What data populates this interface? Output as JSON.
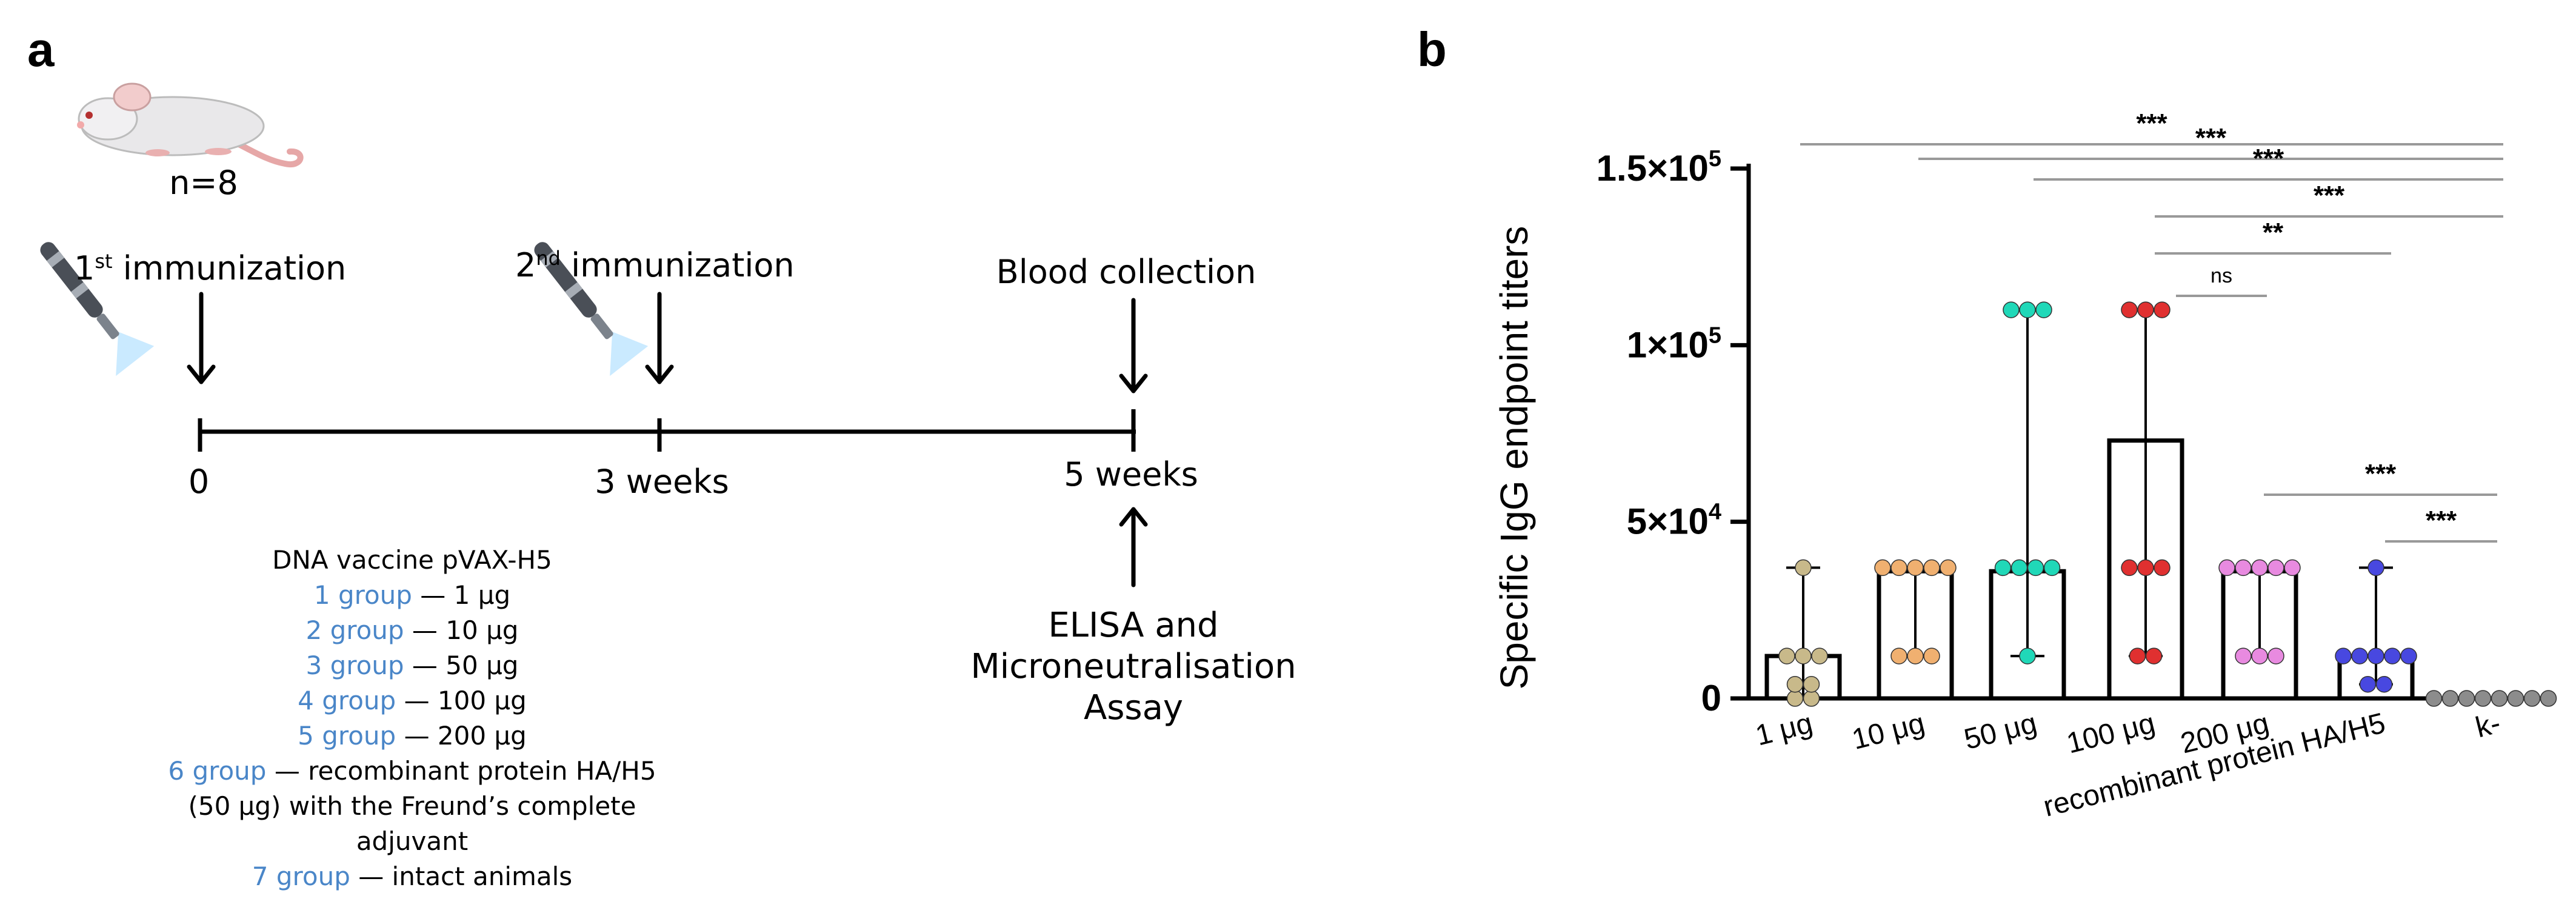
{
  "panel_a": {
    "letter": "a",
    "animal_count": "n=8",
    "immunization1": {
      "ord": "1",
      "sup": "st",
      "rest": " immunization"
    },
    "immunization2": {
      "ord": "2",
      "sup": "nd",
      "rest": " immunization"
    },
    "blood_collection": "Blood collection",
    "timeline_labels": [
      "0",
      "3 weeks",
      "5 weeks"
    ],
    "assay_lines": [
      "ELISA and",
      "Microneutralisation",
      "Assay"
    ],
    "vaccine_title": "DNA vaccine pVAX-H5",
    "groups": [
      {
        "name": "1 group",
        "desc": " — 1 μg"
      },
      {
        "name": "2 group",
        "desc": " — 10 μg"
      },
      {
        "name": "3 group",
        "desc": " — 50 μg"
      },
      {
        "name": "4 group",
        "desc": " — 100 μg"
      },
      {
        "name": "5 group",
        "desc": " — 200 μg"
      },
      {
        "name": "6 group",
        "desc": " — recombinant protein HA/H5"
      },
      {
        "name": "",
        "desc": "(50 μg) with the Freund’s complete"
      },
      {
        "name": "",
        "desc": "adjuvant"
      },
      {
        "name": "7 group",
        "desc": " — intact animals"
      }
    ],
    "colors": {
      "group_label": "#4a86c8"
    }
  },
  "panel_b": {
    "letter": "b"
  },
  "chart_data": {
    "type": "bar",
    "title": "",
    "xlabel": "",
    "ylabel": "Specific IgG endpoint titers",
    "ylim": [
      0,
      150000
    ],
    "y_ticks": [
      0,
      50000,
      100000,
      150000
    ],
    "y_tick_labels": [
      {
        "base": "0",
        "exp": ""
      },
      {
        "base": "5×10",
        "exp": "4"
      },
      {
        "base": "1×10",
        "exp": "5"
      },
      {
        "base": "1.5×10",
        "exp": "5"
      }
    ],
    "categories": [
      "1 μg",
      "10 μg",
      "50 μg",
      "100 μg",
      "200 μg",
      "recombinant protein HA/H5",
      "k-"
    ],
    "bar_values": [
      12000,
      36000,
      36000,
      73000,
      36000,
      12000,
      0
    ],
    "whiskers": [
      [
        0,
        37000
      ],
      [
        12000,
        37000
      ],
      [
        12000,
        110000
      ],
      [
        12000,
        110000
      ],
      [
        12000,
        37000
      ],
      [
        4000,
        37000
      ],
      [
        0,
        0
      ]
    ],
    "points": [
      [
        37000,
        12000,
        12000,
        12000,
        4000,
        4000,
        0,
        0
      ],
      [
        37000,
        37000,
        37000,
        37000,
        37000,
        12000,
        12000,
        12000
      ],
      [
        110000,
        110000,
        110000,
        37000,
        37000,
        37000,
        37000,
        12000
      ],
      [
        110000,
        110000,
        110000,
        37000,
        37000,
        37000,
        12000,
        12000
      ],
      [
        37000,
        37000,
        37000,
        37000,
        37000,
        12000,
        12000,
        12000
      ],
      [
        37000,
        12000,
        12000,
        12000,
        12000,
        12000,
        4000,
        4000
      ],
      [
        0,
        0,
        0,
        0,
        0,
        0,
        0,
        0
      ]
    ],
    "point_colors": [
      "#c8b98a",
      "#f0b070",
      "#20d8b8",
      "#e03030",
      "#e88ae0",
      "#4848e0",
      "#8c8c8c"
    ],
    "significance": [
      {
        "from": 0,
        "to": 6,
        "label": "***",
        "level": 0
      },
      {
        "from": 1,
        "to": 6,
        "label": "***",
        "level": 1
      },
      {
        "from": 2,
        "to": 6,
        "label": "***",
        "level": 2
      },
      {
        "from": 3,
        "to": 6,
        "label": "***",
        "level": 3
      },
      {
        "from": 3,
        "to": 5,
        "label": "**",
        "level": 4
      },
      {
        "from": 3,
        "to": 4,
        "label": "ns",
        "level": 5
      },
      {
        "from": 4,
        "to": 6,
        "label": "***",
        "level": 6
      },
      {
        "from": 5,
        "to": 6,
        "label": "***",
        "level": 7
      }
    ],
    "grid": false,
    "legend": "none"
  }
}
